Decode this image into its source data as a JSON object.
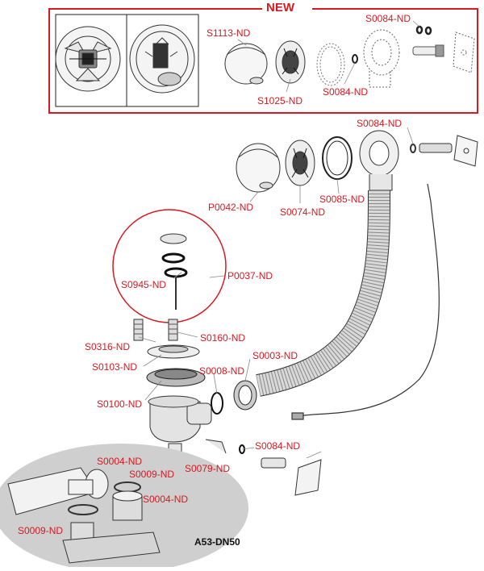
{
  "colors": {
    "accent": "#d71920",
    "line": "#222222",
    "hose": "#d9d9d9",
    "callout_bg": "#cfcfcf"
  },
  "header": {
    "new_label": "NEW"
  },
  "parts": {
    "s1113": "S1113-ND",
    "s1025": "S1025-ND",
    "s0084_top_a": "S0084-ND",
    "s0084_top_b": "S0084-ND",
    "s0084_mid": "S0084-ND",
    "s0085": "S0085-ND",
    "p0042": "P0042-ND",
    "s0074": "S0074-ND",
    "p0037": "P0037-ND",
    "s0945": "S0945-ND",
    "s0316": "S0316-ND",
    "s0160": "S0160-ND",
    "s0103": "S0103-ND",
    "s0008": "S0008-ND",
    "s0003": "S0003-ND",
    "s0100": "S0100-ND",
    "s0084_low": "S0084-ND",
    "s0079": "S0079-ND",
    "s0004_a": "S0004-ND",
    "s0009_a": "S0009-ND",
    "s0004_b": "S0004-ND",
    "s0009_b": "S0009-ND"
  },
  "callout": {
    "model": "A53-DN50"
  }
}
